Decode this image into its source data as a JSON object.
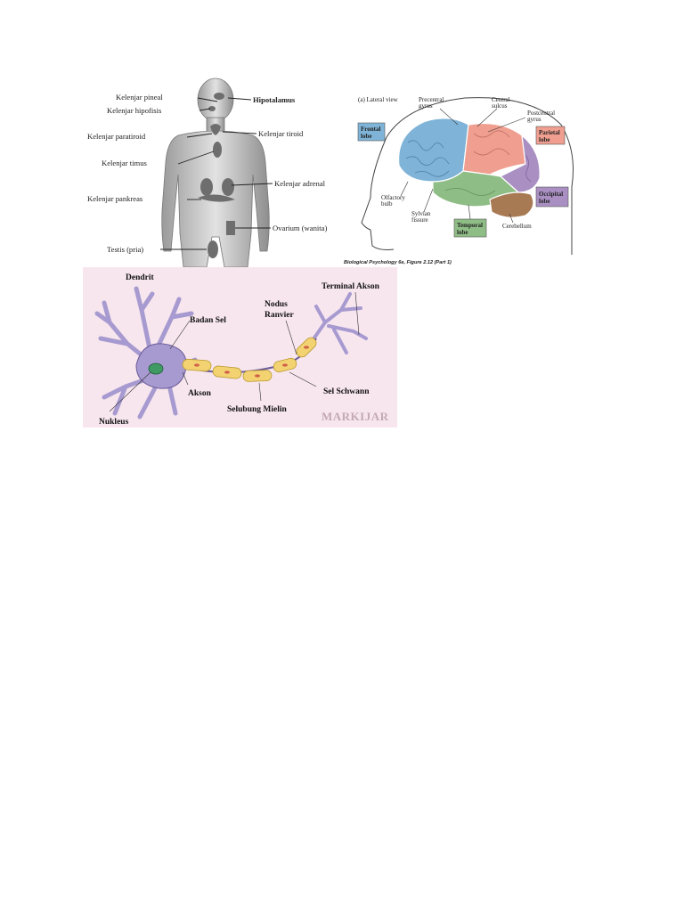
{
  "endocrine": {
    "labels": {
      "pineal": "Kelenjar pineal",
      "hipofisis": "Kelenjar hipofisis",
      "paratiroid": "Kelenjar paratiroid",
      "timus": "Kelenjar timus",
      "pankreas": "Kelenjar pankreas",
      "testis": "Testis (pria)",
      "hipotalamus": "Hipotalamus",
      "tiroid": "Kelenjar tiroid",
      "adrenal": "Kelenjar adrenal",
      "ovarium": "Ovarium (wanita)"
    }
  },
  "brain": {
    "view": "(a) Lateral view",
    "precentral": [
      "Precentral",
      "gyrus"
    ],
    "central": [
      "Central",
      "sulcus"
    ],
    "postcentral": [
      "Postcentral",
      "gyrus"
    ],
    "frontal": [
      "Frontal",
      "lobe"
    ],
    "parietal": [
      "Parietal",
      "lobe"
    ],
    "occipital": [
      "Occipital",
      "lobe"
    ],
    "temporal": [
      "Temporal",
      "lobe"
    ],
    "olfactory": [
      "Olfactory",
      "bulb"
    ],
    "sylvian": [
      "Sylvian",
      "fissure"
    ],
    "cerebellum": "Cerebellum",
    "caption": "Biological Psychology 6e, Figure 2.12 (Part 1)",
    "colors": {
      "frontal": "#7fb4d8",
      "parietal": "#ef9e8f",
      "occipital": "#a98fc2",
      "temporal": "#8fbd86",
      "cerebellum": "#a87a54"
    }
  },
  "neuron": {
    "dendrit": "Dendrit",
    "badan_sel": "Badan Sel",
    "nodus": [
      "Nodus",
      "Ranvier"
    ],
    "terminal": "Terminal Akson",
    "akson": "Akson",
    "sel_schwann": "Sel Schwann",
    "selubung": "Selubung Mielin",
    "nukleus": "Nukleus",
    "watermark": "MARKIJAR",
    "colors": {
      "background": "#f7e6ee",
      "cell": "#a79ad0",
      "myelin": "#f3d272",
      "nucleus": "#3f9a63"
    }
  }
}
